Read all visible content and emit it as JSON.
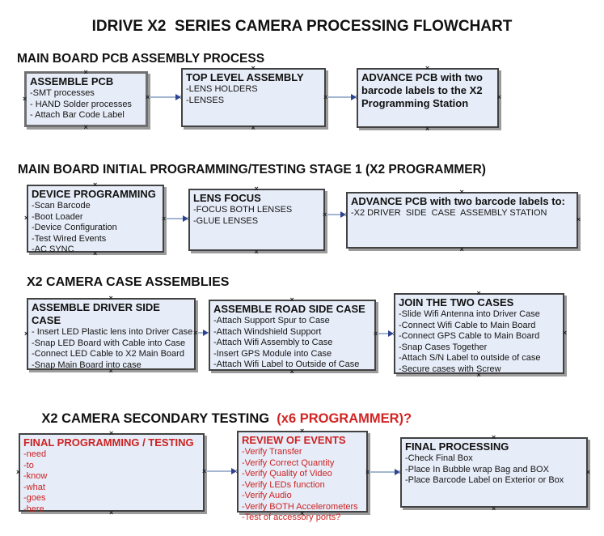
{
  "title": "IDRIVE X2  SERIES CAMERA PROCESSING FLOWCHART",
  "colors": {
    "box_fill": "#e7edf8",
    "box_border": "#424242",
    "red_text": "#cc2222",
    "heading_red": "#d32424",
    "arrow_line": "#a3b6d2",
    "arrow_head": "#2e4491",
    "box_shadow": "#9b9b9b"
  },
  "sections": [
    {
      "heading": "MAIN BOARD PCB ASSEMBLY PROCESS",
      "boxes": [
        {
          "title": "ASSEMBLE PCB",
          "items": [
            "-SMT processes",
            "- HAND Solder processes",
            "- Attach Bar Code Label"
          ]
        },
        {
          "title": "TOP LEVEL ASSEMBLY",
          "items": [
            "-LENS HOLDERS",
            "-LENSES"
          ]
        },
        {
          "title": "ADVANCE PCB with two barcode labels to the X2 Programming Station",
          "items": []
        }
      ]
    },
    {
      "heading": "MAIN BOARD INITIAL PROGRAMMING/TESTING STAGE 1 (X2 PROGRAMMER)",
      "boxes": [
        {
          "title": "DEVICE PROGRAMMING",
          "items": [
            "-Scan Barcode",
            "-Boot Loader",
            "-Device Configuration",
            "-Test Wired Events",
            "-AC SYNC"
          ]
        },
        {
          "title": "LENS FOCUS",
          "items": [
            "-FOCUS BOTH LENSES",
            "-GLUE LENSES"
          ]
        },
        {
          "title": "ADVANCE PCB with two barcode labels to:",
          "items": [
            "-X2 DRIVER  SIDE  CASE  ASSEMBLY STATION"
          ]
        }
      ]
    },
    {
      "heading": "X2 CAMERA CASE ASSEMBLIES",
      "boxes": [
        {
          "title": "ASSEMBLE DRIVER SIDE CASE",
          "items": [
            "- Insert LED Plastic lens into Driver Case",
            "-Snap LED Board with Cable into Case",
            "-Connect LED Cable to X2 Main Board",
            "-Snap Main Board into case"
          ]
        },
        {
          "title": "ASSEMBLE ROAD SIDE CASE",
          "items": [
            "-Attach Support Spur to Case",
            "-Attach Windshield Support",
            "-Attach Wifi Assembly to Case",
            "-Insert GPS Module into Case",
            "-Attach Wifi Label to Outside of Case"
          ]
        },
        {
          "title": "JOIN THE TWO CASES",
          "items": [
            "-Slide Wifi Antenna into Driver Case",
            "-Connect Wifi Cable to Main Board",
            "-Connect GPS Cable to Main Board",
            "-Snap Cases Together",
            "-Attach S/N Label to outside of case",
            "-Secure cases with Screw"
          ]
        }
      ]
    },
    {
      "heading": "X2 CAMERA SECONDARY TESTING",
      "heading_suffix": "  (x6 PROGRAMMER)?",
      "boxes": [
        {
          "title": "FINAL PROGRAMMING / TESTING",
          "items": [
            "-need",
            "-to",
            "-know",
            "-what",
            "-goes",
            "-here"
          ]
        },
        {
          "title": "REVIEW OF EVENTS",
          "items": [
            "-Verify Transfer",
            "-Verify Correct Quantity",
            "-Verify Quality of Video",
            "-Verify LEDs function",
            "-Verify Audio",
            "-Verify BOTH Accelerometers",
            "-Test of accessory ports?"
          ]
        },
        {
          "title": "FINAL PROCESSING",
          "items": [
            "-Check Final Box",
            "-Place In Bubble wrap Bag and BOX",
            "-Place Barcode Label on Exterior or Box"
          ]
        }
      ]
    }
  ]
}
